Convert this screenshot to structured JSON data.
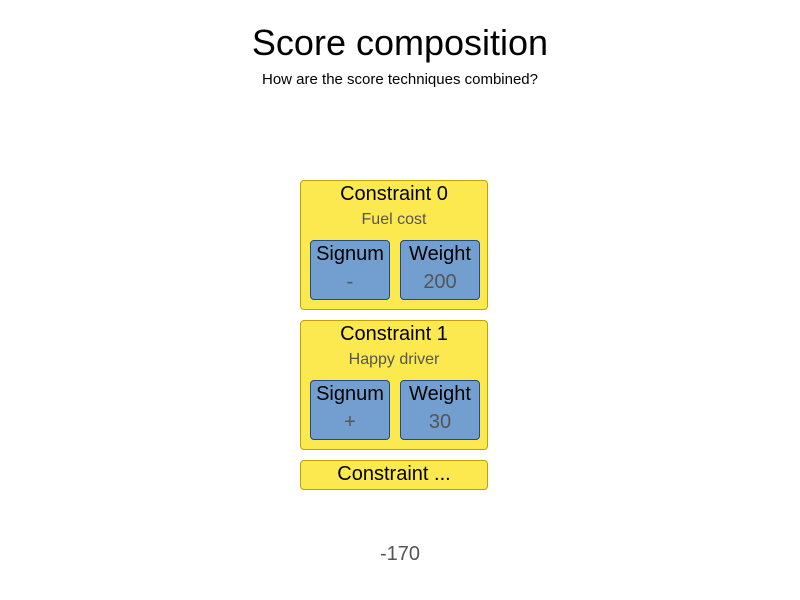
{
  "title": "Score composition",
  "subtitle": "How are the score techniques combined?",
  "constraints": [
    {
      "name": "Constraint 0",
      "description": "Fuel cost",
      "signum_label": "Signum",
      "signum": "-",
      "weight_label": "Weight",
      "weight": "200"
    },
    {
      "name": "Constraint 1",
      "description": "Happy driver",
      "signum_label": "Signum",
      "signum": "+",
      "weight_label": "Weight",
      "weight": "30"
    }
  ],
  "more_label": "Constraint ...",
  "total": "-170",
  "colors": {
    "constraint_bg": "#fce94f",
    "constraint_border": "#c4a000",
    "box_bg": "#729fcf",
    "box_border": "#204a87"
  }
}
